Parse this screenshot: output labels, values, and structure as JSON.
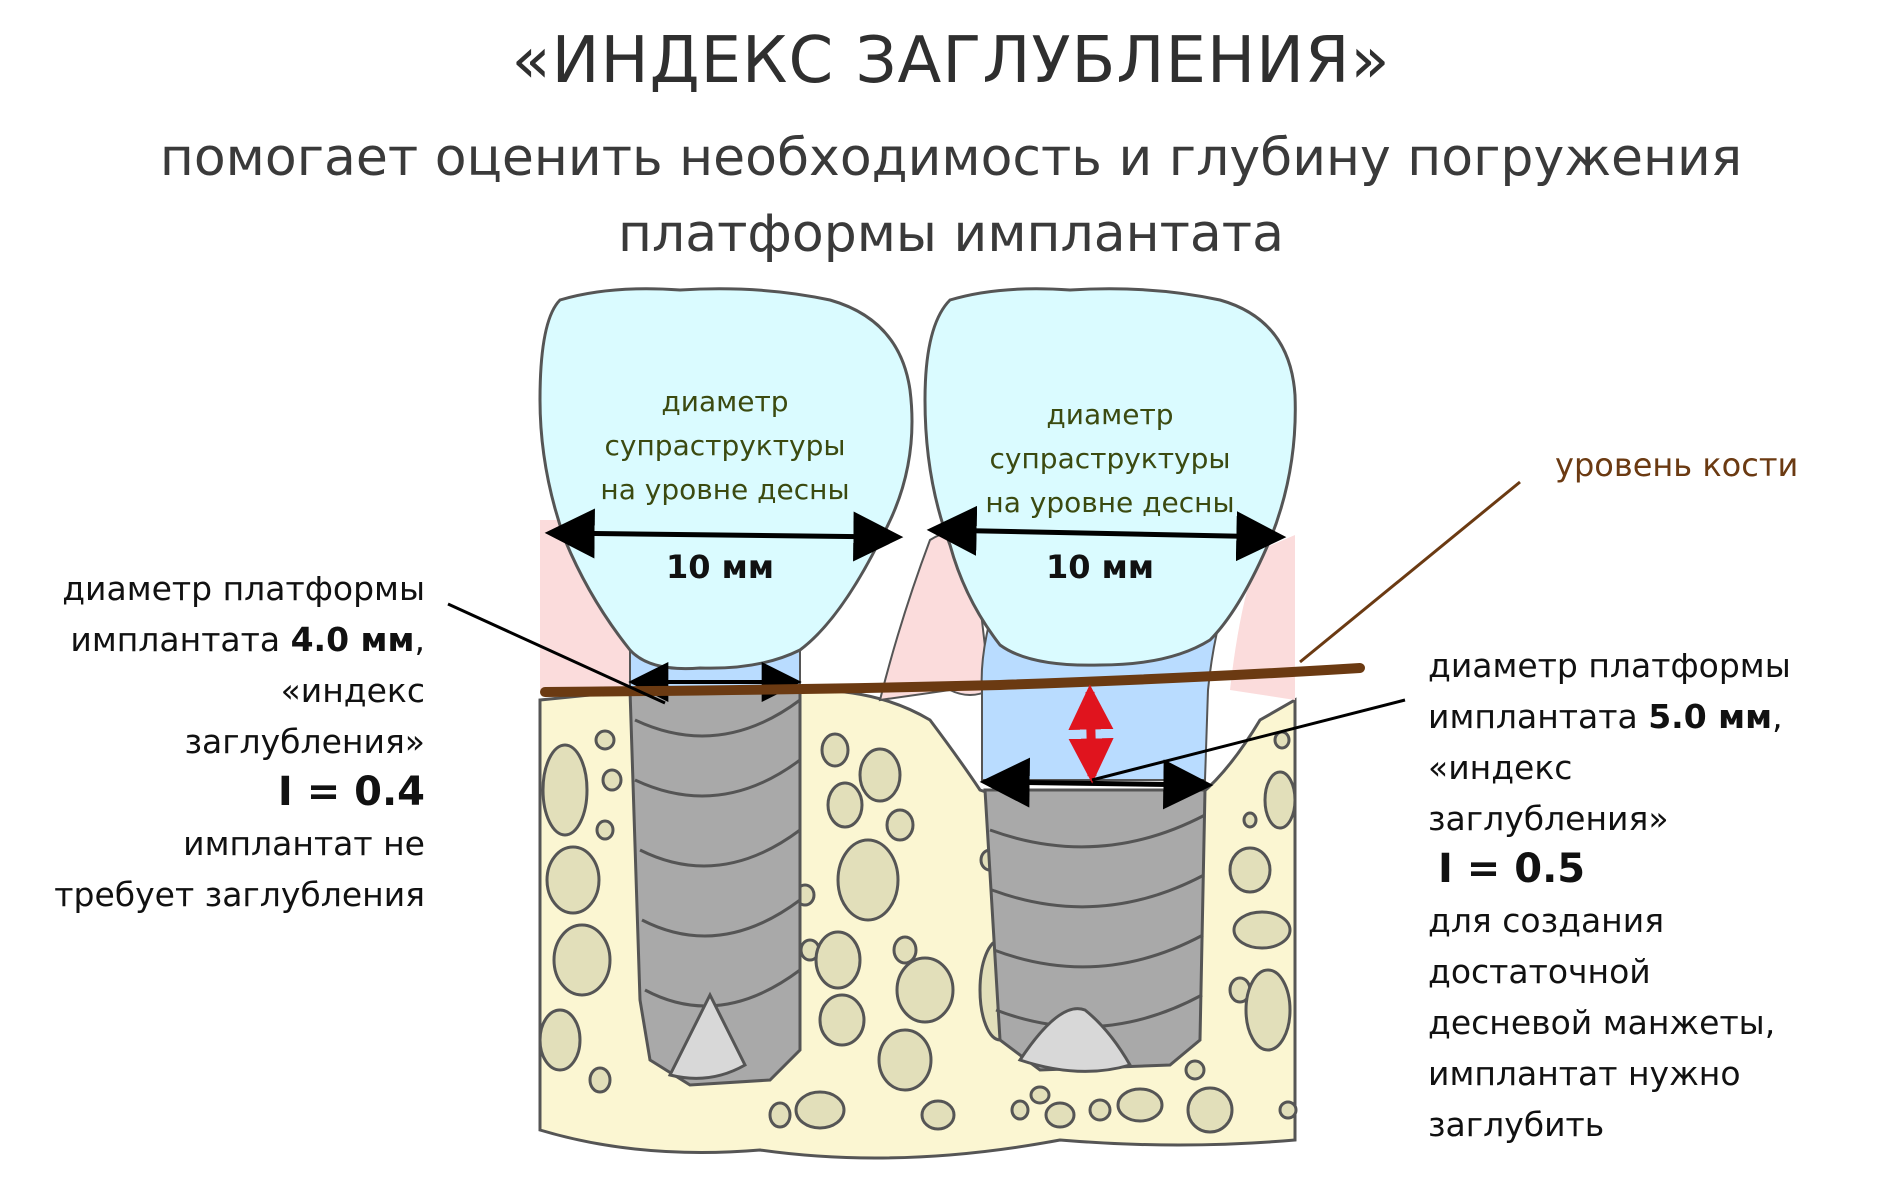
{
  "header": {
    "title": "«ИНДЕКС ЗАГЛУБЛЕНИЯ»",
    "subtitle_line1": "помогает оценить необходимость и глубину погружения",
    "subtitle_line2": "платформы имплантата"
  },
  "crowns": [
    {
      "label_line1": "диаметр",
      "label_line2": "супраструктуры",
      "label_line3": "на уровне десны",
      "width": "10 мм"
    },
    {
      "label_line1": "диаметр",
      "label_line2": "супраструктуры",
      "label_line3": "на уровне десны",
      "width": "10 мм"
    }
  ],
  "bone_level": {
    "label": "уровень кости"
  },
  "left_note": {
    "line1": "диаметр платформы",
    "line2_prefix": "имплантата ",
    "line2_value": "4.0 мм",
    "line2_suffix": ",",
    "line3": "«индекс",
    "line4": "заглубления»",
    "index": "I = 0.4",
    "line5": "имплантат не",
    "line6": "требует заглубления"
  },
  "right_note": {
    "line1": "диаметр платформы",
    "line2_prefix": "имплантата ",
    "line2_value": "5.0 мм",
    "line2_suffix": ",",
    "line3": "«индекс",
    "line4": "заглубления»",
    "index": "I = 0.5",
    "line5": "для создания",
    "line6": "достаточной",
    "line7": "десневой манжеты,",
    "line8": "имплантат нужно",
    "line9": "заглубить"
  },
  "colors": {
    "crown": "#dafbff",
    "abutment": "#b9dcff",
    "gum": "#fbdcdc",
    "bone": "#fbf6d2",
    "bone_dot": "#e2dfba",
    "bone_line": "#6b3a12",
    "depth_arrow": "#e0141e",
    "implant": "#a9a9a9"
  }
}
